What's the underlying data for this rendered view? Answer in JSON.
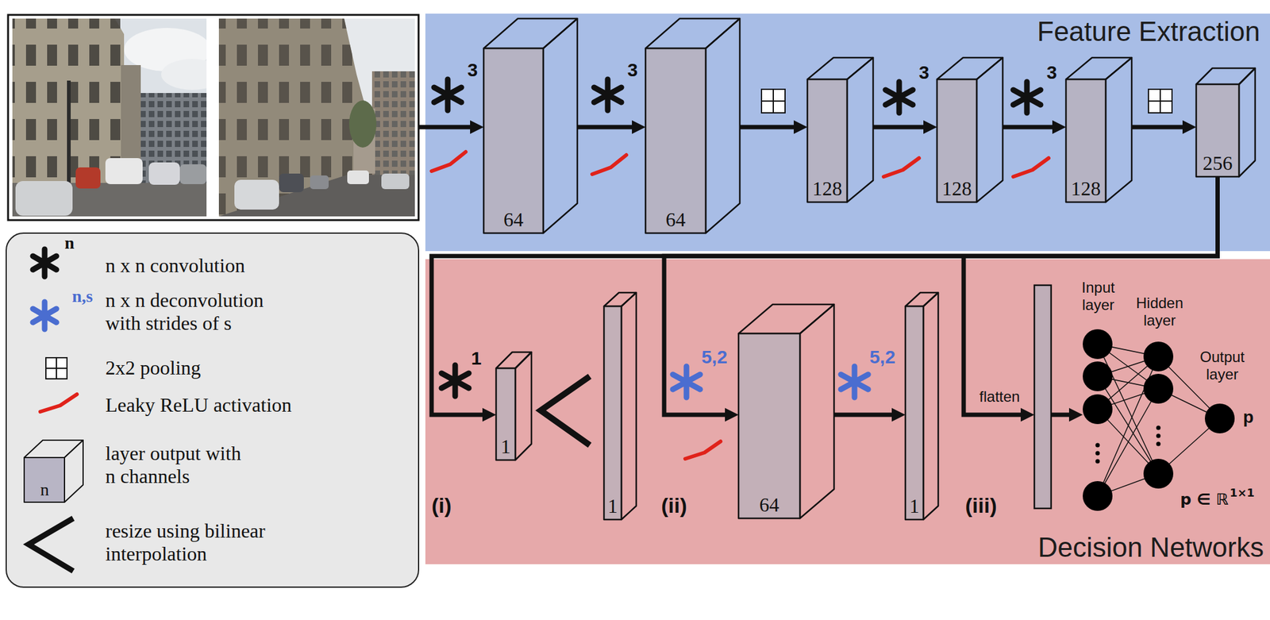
{
  "diagram": {
    "nodes": [
      {
        "text": [
          "Feature Extraction"
        ]
      },
      {
        "text": [
          "64"
        ],
        "in": 0
      },
      {
        "text": [
          "64"
        ],
        "in": 0
      },
      {
        "text": [
          "128"
        ],
        "in": 0
      },
      {
        "text": [
          "128"
        ],
        "in": 0
      },
      {
        "text": [
          "128"
        ],
        "in": 0
      },
      {
        "text": [
          "256"
        ],
        "in": 0
      },
      {
        "text": [
          "Decision Networks"
        ]
      },
      {
        "text": [
          "1"
        ],
        "in": 7
      },
      {
        "text": [
          "1"
        ],
        "in": 7
      },
      {
        "text": [
          "64"
        ],
        "in": 7
      },
      {
        "text": [
          "1"
        ],
        "in": 7
      }
    ],
    "edges": [
      {
        "from": 1,
        "to": 2,
        "arrow": "to"
      },
      {
        "from": 2,
        "to": 3,
        "arrow": "to"
      },
      {
        "from": 3,
        "to": 4,
        "arrow": "to"
      },
      {
        "from": 4,
        "to": 5,
        "arrow": "to"
      },
      {
        "from": 5,
        "to": 6,
        "arrow": "to"
      },
      {
        "from": 6,
        "to": 8,
        "arrow": "to"
      },
      {
        "from": 6,
        "to": 10,
        "arrow": "to"
      },
      {
        "from": 10,
        "to": 11,
        "arrow": "to"
      }
    ],
    "labels": [
      "3",
      "3",
      "3",
      "3",
      "1",
      "5,2",
      "5,2",
      "(i)",
      "(ii)",
      "(iii)",
      "flatten",
      "Input layer",
      "Hidden layer",
      "Output layer",
      "p",
      "p ∈ ℝ",
      "1×1",
      "n",
      "n,s",
      "n"
    ],
    "legend": [
      {
        "text": "n x n convolution"
      },
      {
        "text": "n x n deconvolution with strides of s"
      },
      {
        "text": "2x2 pooling"
      },
      {
        "text": "Leaky ReLU activation"
      },
      {
        "text": "layer output with n channels"
      },
      {
        "text": "resize using bilinear interpolation"
      }
    ]
  }
}
